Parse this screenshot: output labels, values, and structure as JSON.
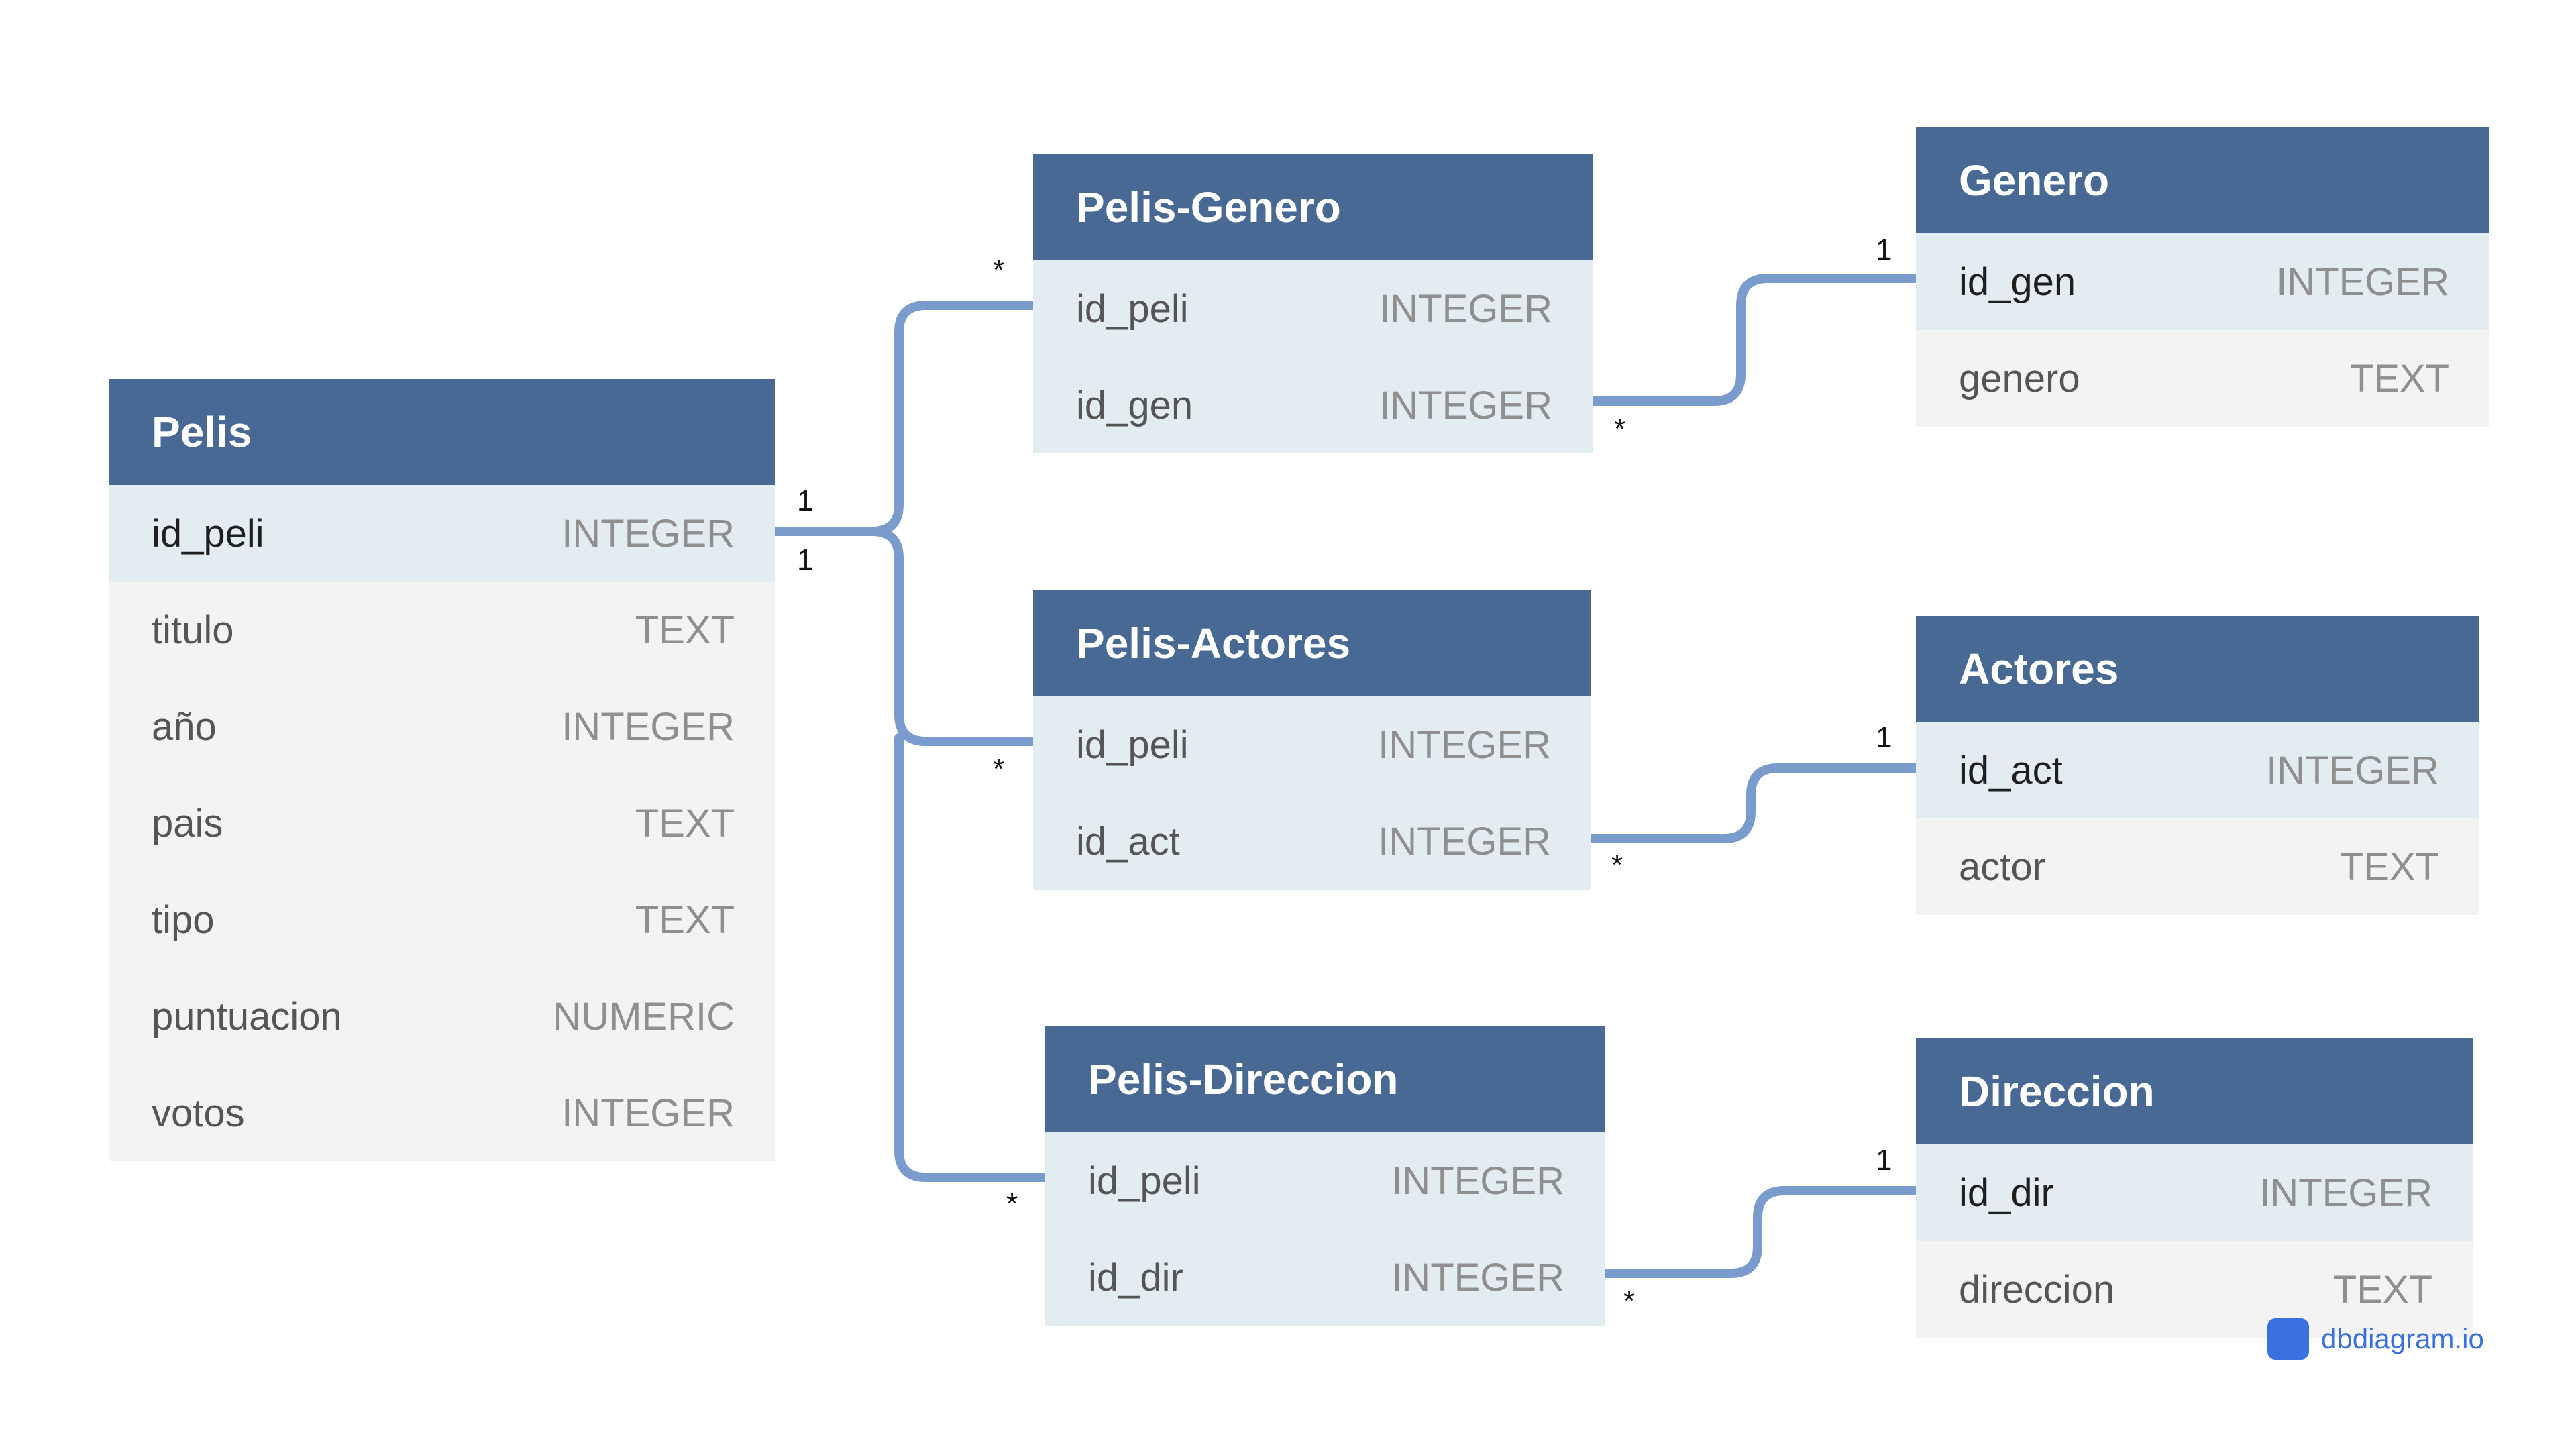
{
  "tables": [
    {
      "id": "pelis",
      "name": "Pelis",
      "columns": [
        {
          "name": "id_peli",
          "type": "INTEGER",
          "key": true
        },
        {
          "name": "titulo",
          "type": "TEXT"
        },
        {
          "name": "año",
          "type": "INTEGER"
        },
        {
          "name": "pais",
          "type": "TEXT"
        },
        {
          "name": "tipo",
          "type": "TEXT"
        },
        {
          "name": "puntuacion",
          "type": "NUMERIC"
        },
        {
          "name": "votos",
          "type": "INTEGER"
        }
      ]
    },
    {
      "id": "pelis-genero",
      "name": "Pelis-Genero",
      "columns": [
        {
          "name": "id_peli",
          "type": "INTEGER"
        },
        {
          "name": "id_gen",
          "type": "INTEGER"
        }
      ]
    },
    {
      "id": "pelis-actores",
      "name": "Pelis-Actores",
      "columns": [
        {
          "name": "id_peli",
          "type": "INTEGER"
        },
        {
          "name": "id_act",
          "type": "INTEGER"
        }
      ]
    },
    {
      "id": "pelis-direccion",
      "name": "Pelis-Direccion",
      "columns": [
        {
          "name": "id_peli",
          "type": "INTEGER"
        },
        {
          "name": "id_dir",
          "type": "INTEGER"
        }
      ]
    },
    {
      "id": "genero",
      "name": "Genero",
      "columns": [
        {
          "name": "id_gen",
          "type": "INTEGER",
          "key": true
        },
        {
          "name": "genero",
          "type": "TEXT"
        }
      ]
    },
    {
      "id": "actores",
      "name": "Actores",
      "columns": [
        {
          "name": "id_act",
          "type": "INTEGER",
          "key": true
        },
        {
          "name": "actor",
          "type": "TEXT"
        }
      ]
    },
    {
      "id": "direccion",
      "name": "Direccion",
      "columns": [
        {
          "name": "id_dir",
          "type": "INTEGER",
          "key": true
        },
        {
          "name": "direccion",
          "type": "TEXT"
        }
      ]
    }
  ],
  "relationships": [
    {
      "from": "Pelis.id_peli",
      "to": "Pelis-Genero.id_peli",
      "from_card": "1",
      "to_card": "*"
    },
    {
      "from": "Pelis.id_peli",
      "to": "Pelis-Actores.id_peli",
      "from_card": "1",
      "to_card": "*"
    },
    {
      "from": "Pelis.id_peli",
      "to": "Pelis-Direccion.id_peli",
      "from_card": "1",
      "to_card": "*"
    },
    {
      "from": "Genero.id_gen",
      "to": "Pelis-Genero.id_gen",
      "from_card": "1",
      "to_card": "*"
    },
    {
      "from": "Actores.id_act",
      "to": "Pelis-Actores.id_act",
      "from_card": "1",
      "to_card": "*"
    },
    {
      "from": "Direccion.id_dir",
      "to": "Pelis-Direccion.id_dir",
      "from_card": "1",
      "to_card": "*"
    }
  ],
  "watermark": {
    "text": "dbdiagram.io"
  },
  "colors": {
    "header": "#476993",
    "key_row": "#e2ecf1",
    "row": "#f3f3f3",
    "link": "#7a9ccc"
  }
}
